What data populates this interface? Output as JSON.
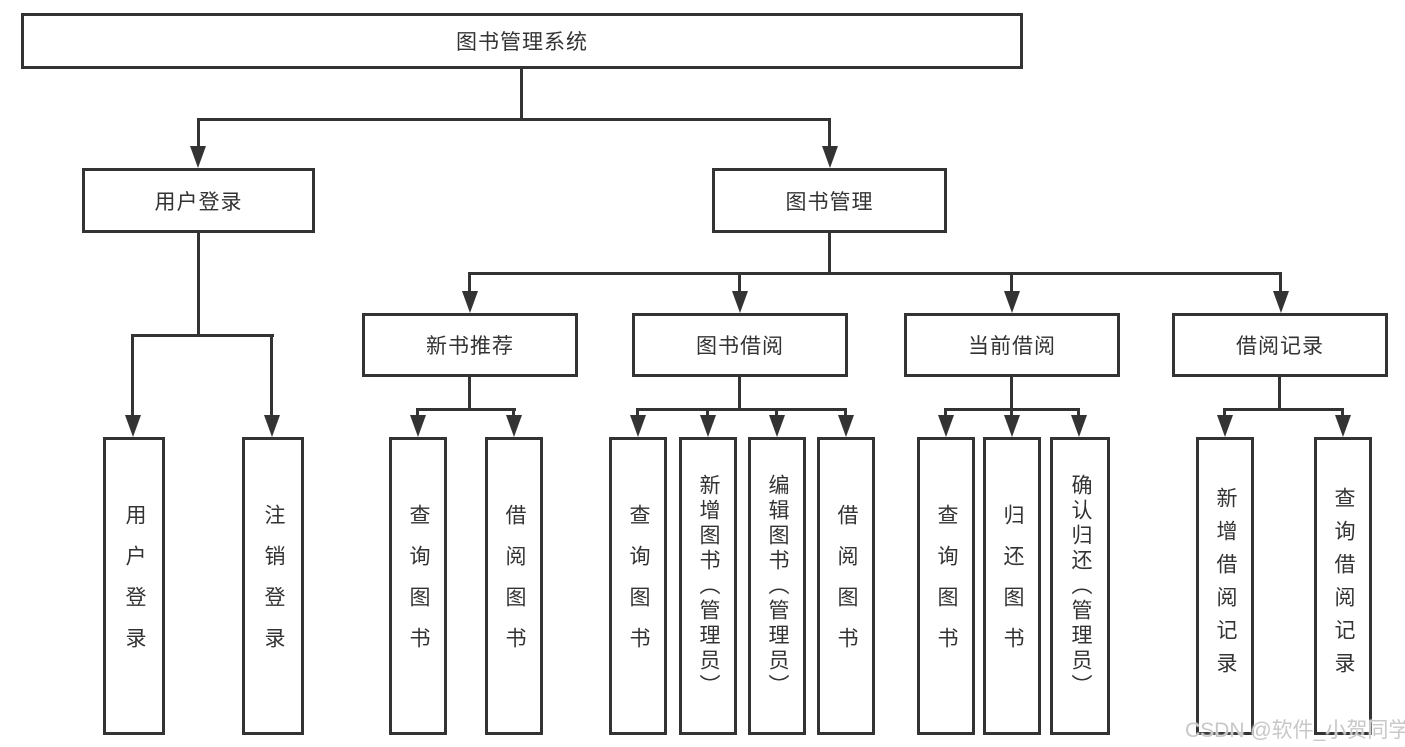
{
  "diagram": {
    "root": "图书管理系统",
    "level2": {
      "user_login": "用户登录",
      "book_management": "图书管理"
    },
    "level3": {
      "new_book_recommend": "新书推荐",
      "book_borrow": "图书借阅",
      "current_borrow": "当前借阅",
      "borrow_records": "借阅记录"
    },
    "leaves": {
      "user_login_group": [
        "用户登录",
        "注销登录"
      ],
      "new_book_group": [
        "查询图书",
        "借阅图书"
      ],
      "book_borrow_group": [
        "查询图书",
        "新增图书（管理员）",
        "编辑图书（管理员）",
        "借阅图书"
      ],
      "current_borrow_group": [
        "查询图书",
        "归还图书",
        "确认归还（管理员）"
      ],
      "borrow_records_group": [
        "新增借阅记录",
        "查询借阅记录"
      ]
    }
  },
  "watermark": "CSDN @软件_小贺同学",
  "colors": {
    "line": "#333333",
    "text": "#333333",
    "watermark": "#c8c8c8",
    "background": "#ffffff"
  }
}
